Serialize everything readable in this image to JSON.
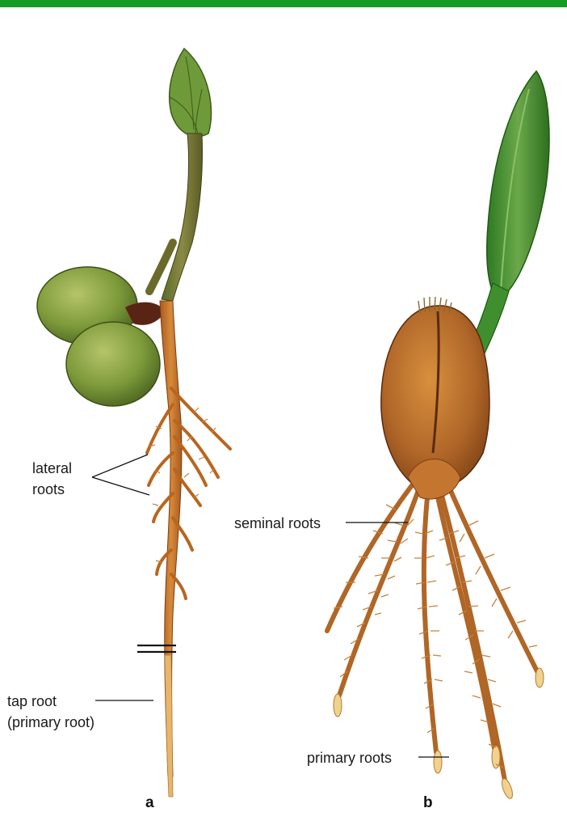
{
  "figure": {
    "panel_a": {
      "letter": "a",
      "labels": {
        "lateral_roots_line1": "lateral",
        "lateral_roots_line2": "roots",
        "tap_root_line1": "tap root",
        "tap_root_line2": "(primary root)"
      }
    },
    "panel_b": {
      "letter": "b",
      "labels": {
        "seminal_roots": "seminal roots",
        "primary_roots": "primary roots"
      }
    }
  },
  "colors": {
    "top_bar": "#159a23",
    "cotyledon": "#7d9a3a",
    "stem": "#7c7a3a",
    "root": "#c8782e",
    "seed": "#b66a2a",
    "leaf": "#3f8f2e"
  }
}
